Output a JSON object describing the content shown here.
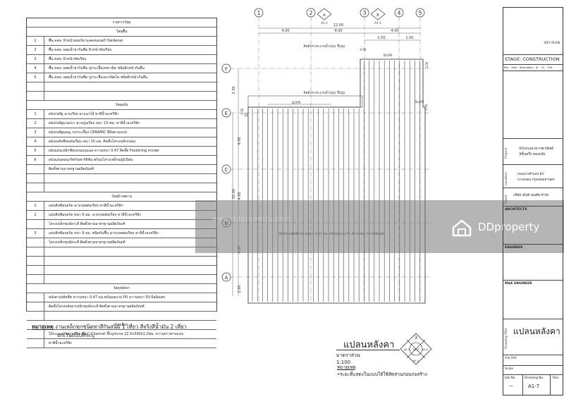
{
  "schedule": {
    "title": "รายการวัสดุ",
    "floor": {
      "header": "วัสดุพื้น",
      "items": [
        {
          "code": "1",
          "text": "พื้น คสล. ผิวหน้าผ่อยรัดาแลคเขอนสร์ Hardener"
        },
        {
          "code": "2",
          "text": "พื้น คสล. ผลมน้ำยาก้นซึม ผิวหน้าขัดเรียบ"
        },
        {
          "code": "3",
          "text": "พื้น คสล. ผิวหน้าขัดเรียบ"
        },
        {
          "code": "4",
          "text": "พื้น คสล. ผสมน้ำยากันซึม ปูกระเบื้องเซรามิค ชนิดผิวหน้ากันลื่น"
        },
        {
          "code": "5",
          "text": "พื้น คสล. ผสมน้ำยากันซึม ปูกระเบื้องแกรนิตโต ชนิดผิวหน้ากันลื่น"
        }
      ]
    },
    "wall": {
      "header": "วัสดุผนัง",
      "items": [
        {
          "code": "1",
          "text": "ผนังก่ออิฐ ฉาบเรียบ ยาแนวไส้ ทาสีน้ำอะครีลิก"
        },
        {
          "code": "2",
          "text": "ผนังก่ออิฐมวลเบา ฉาบปูนเรียบ หนา 10 ซม. ทาสีน้ำอะครีลิก"
        },
        {
          "code": "3",
          "text": "ผนังก่ออิฐมอญ กรุกระเบื้อง CERAMIC ยี่ห้อตามแบบ"
        },
        {
          "code": "4",
          "text": "ผนังเมทัลชีทแผ่นเรียบ หนา 10 มม. ติดตั้งโครงเหล็กกล่อง"
        },
        {
          "code": "5",
          "text": "ผนังแผ่นเหล็กชีทเอกมอนแมส ความหนา 0.47 สีคลิ๊ย Foodsring ครบชุด"
        },
        {
          "code": "6",
          "text": "ผนังแผ่นคอนกรีตกันพาร์ติชั่น พร้อมโครงเหล็กอลูมิเนียม"
        },
        {
          "code": "",
          "text": "ติดตั้งตามมาตรฐานผลิตภัณฑ์"
        }
      ]
    },
    "ceiling": {
      "header": "วัสดุฝ้าเพดาน",
      "items": [
        {
          "code": "1",
          "text": "แผ่นยิปซั่มบอร์ด ฉาบรอยต่อเรียบ ทาสีน้ำอะครีลิก"
        },
        {
          "code": "2",
          "text": "แผ่นยิปซั่มบอร์ด หนา 9 มม. ฉาบรอยต่อเรียบ ทาสีน้ำอะครีลิก"
        },
        {
          "code": "",
          "text": "โครงเหล็กชุบสังกะสี ติดตั้งตามมาตรฐานผลิตภัณฑ์"
        },
        {
          "code": "3",
          "text": "แผ่นยิปซั่มบอร์ด หนา 9 มม. ชนิดกันชื้น ฉาบรอยต่อเรียบ ทาสีน้ำอะครีลิก"
        },
        {
          "code": "",
          "text": "โครงเหล็กชุบสังกะสี ติดตั้งตามมาตรฐานผลิตภัณฑ์"
        }
      ]
    },
    "roof": {
      "header": "วัสดุหลังคา",
      "items": [
        {
          "code": "",
          "text": "หลังคาเมทัลชีท ความหนา 0.47 มม.พร้อมฉนวน PU ความหนา 50 มิลลิเมตร"
        },
        {
          "code": "",
          "text": "ติดตั้งโครงหลังคาเหล็กชุบสังกะสี ติดตั้งตามมาตรฐานผลิตภัณฑ์"
        }
      ]
    },
    "misc": {
      "header": "วัสดุอื่นๆ",
      "items": [
        {
          "code": "",
          "text": "ไม้ระแนงกันสาดสีรีซ มีน C-Channel ขึ้นรูปเบรล 22.5x300x1.2ซม. ความยาวตามแบบ"
        },
        {
          "code": "",
          "text": "ทาสีน้ำอะครีลิก"
        }
      ]
    }
  },
  "note_left": {
    "label": "หมายเหตุ",
    "line1": "งานเหล็กทุกชนิดทาสีกันสนิม 1 เที่ยว สีจริงสีน้ำมัน  2 เที่ยว",
    "line2": "ยกเว้นแบบที่ระบุ"
  },
  "plan": {
    "grid_cols": [
      "1",
      "2",
      "3",
      "4",
      "5"
    ],
    "grid_rows": [
      "F",
      "E",
      "D",
      "C",
      "B",
      "A"
    ],
    "dims_top_total": "12.00",
    "dims_top": [
      "4.00",
      "4.00",
      "4.00"
    ],
    "dims_top_sub": [
      "2.50",
      "1.50"
    ],
    "dims_left_total": "32.00",
    "dims_left": [
      "3.30",
      "4.00",
      "4.00",
      "4.00"
    ],
    "dim_small": [
      "0.50",
      "0.50",
      "0.50",
      "2.00",
      "2.00"
    ],
    "slope": "SLOPE",
    "gutter_top": "ติดตั้งรางระบายน้ำ(ฝน) ขึ้นรูป",
    "gutter_mid": "ติดตั้งรางระบายน้ำ(ฝน) ขึ้นรูป",
    "roof_note": "หลังคาเมทัลชีท ความหนา 0.47 มม. พร้อมฉนวน PU ความหนา 50 มิลลิเมตร",
    "section_marks": [
      "A1-1",
      "A1-1"
    ],
    "key_letters": [
      "A",
      "B",
      "3",
      "4"
    ]
  },
  "drawing": {
    "title": "แปลนหลังคา",
    "scale_label": "มาตราส่วน",
    "scale": "1:100",
    "note_label": "หมายเหตุ",
    "note": "•ระยะที่แสดงในแบบให้ใช้สัดส่วนก่อนก่อสร้าง",
    "compass": [
      "3",
      "A1-3",
      "A1-4",
      "A1-2",
      "A1-1"
    ]
  },
  "title_block": {
    "key_plan": "KEY PLAN",
    "stage": "STAGE: CONSTRUCTION",
    "rev_headers": [
      "Rev.",
      "Date",
      "Description",
      "Dr.",
      "Ck.",
      "Chd."
    ],
    "project_label": "Project",
    "project_line1": "ปรับปรุงอาคารพาณิชย์",
    "project_line2": "3ชั้นครึ่ง สองหลัง",
    "location_label": "Location",
    "location_line1": "ถนนบางคำแดง 83",
    "location_line2": "บางแขยน กรุงเทพมหานคร",
    "client_label": "Client",
    "client": "บริษัท เดินที เอนดีซ จำกัด",
    "architects": "ARCHITECTS",
    "engineer": "ENGINEER",
    "mep_engineer": "M&E ENGINEER",
    "drawing_title_label": "Drawing Title",
    "drawing_title": "แปลนหลังคา",
    "file_ref": "File Ref.",
    "scale": "Scale",
    "job_no_label": "Job No.",
    "drawing_no_label": "Drawing No.",
    "rev_label": "Rev.",
    "job_no": "—",
    "drawing_no": "A1-7"
  },
  "watermark": {
    "brand": "DDproperty",
    "faint": "www.ddproperty.com"
  }
}
